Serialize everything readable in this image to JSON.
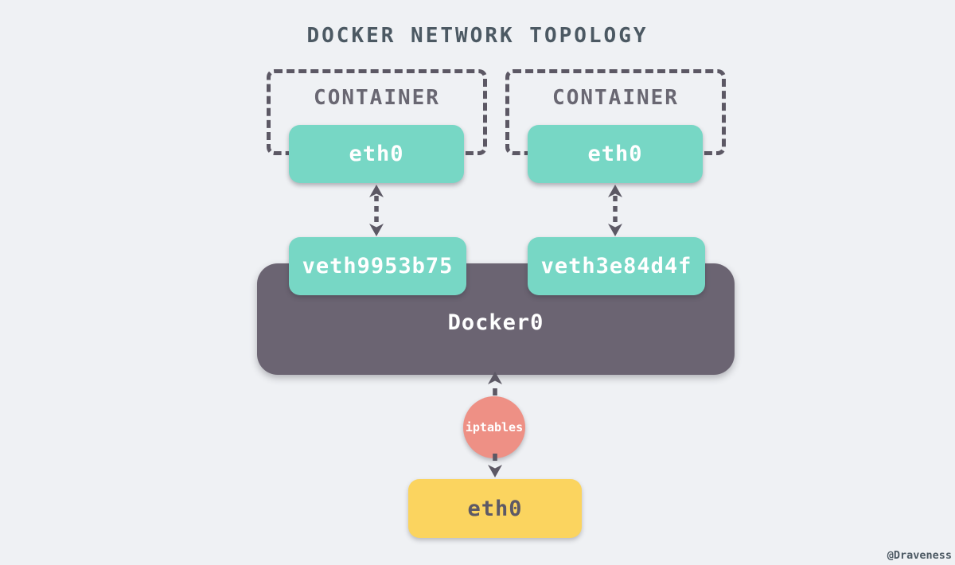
{
  "title": "DOCKER NETWORK TOPOLOGY",
  "attribution": "@Draveness",
  "colors": {
    "background": "#eff1f4",
    "interface_teal": "#77d7c5",
    "bridge_dark": "#6b6472",
    "line_dark": "#5c5864",
    "nat_salmon": "#ee9085",
    "host_yellow": "#fbd45f",
    "title_text": "#4c5963",
    "container_label_text": "#696772",
    "host_eth_text": "#5d5966"
  },
  "containers": [
    {
      "label": "CONTAINER",
      "interface": "eth0",
      "veth": "veth9953b75"
    },
    {
      "label": "CONTAINER",
      "interface": "eth0",
      "veth": "veth3e84d4f"
    }
  ],
  "bridge": {
    "label": "Docker0"
  },
  "nat": {
    "label": "iptables"
  },
  "host_interface": {
    "label": "eth0"
  }
}
